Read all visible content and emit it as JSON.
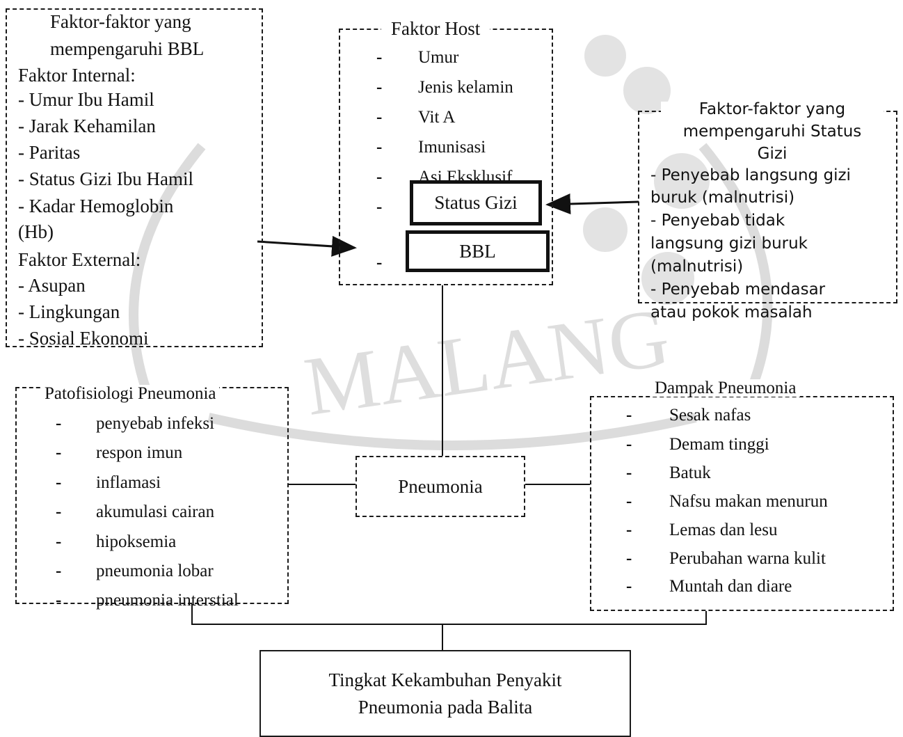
{
  "watermark": {
    "text": "MALANG",
    "color": "#d9d9d9"
  },
  "bbl_factors": {
    "title_line1": "Faktor-faktor yang",
    "title_line2": "mempengaruhi BBL",
    "internal_heading": "Faktor Internal:",
    "internal_items": [
      "- Umur Ibu Hamil",
      "- Jarak Kehamilan",
      "- Paritas",
      "- Status Gizi Ibu Hamil",
      "- Kadar Hemoglobin",
      "(Hb)"
    ],
    "external_heading": "Faktor External:",
    "external_items": [
      "- Asupan",
      "- Lingkungan",
      "- Sosial Ekonomi"
    ]
  },
  "host_factors": {
    "title": "Faktor Host",
    "items": [
      "Umur",
      "Jenis kelamin",
      "Vit A",
      "Imunisasi",
      "Asi Eksklusif"
    ],
    "status_gizi": "Status Gizi",
    "bbl": "BBL"
  },
  "nutrition_factors": {
    "title_line1": "Faktor-faktor yang",
    "title_line2": "mempengaruhi Status",
    "title_line3": "Gizi",
    "lines": [
      "- Penyebab langsung gizi",
      "buruk (malnutrisi)",
      "- Penyebab tidak",
      "langsung gizi buruk",
      "(malnutrisi)",
      "- Penyebab mendasar",
      "atau pokok masalah"
    ]
  },
  "pathophysiology": {
    "title": "Patofisiologi Pneumonia",
    "items": [
      "penyebab infeksi",
      "respon imun",
      "inflamasi",
      "akumulasi cairan",
      "hipoksemia",
      "pneumonia lobar",
      "pneumonia interstial"
    ]
  },
  "impact": {
    "title": "Dampak Pneumonia",
    "items": [
      "Sesak nafas",
      "Demam tinggi",
      "Batuk",
      "Nafsu makan menurun",
      "Lemas dan lesu",
      "Perubahan warna kulit",
      "Muntah dan diare"
    ]
  },
  "center": {
    "label": "Pneumonia"
  },
  "outcome": {
    "line1": "Tingkat Kekambuhan Penyakit",
    "line2": "Pneumonia  pada Balita"
  }
}
